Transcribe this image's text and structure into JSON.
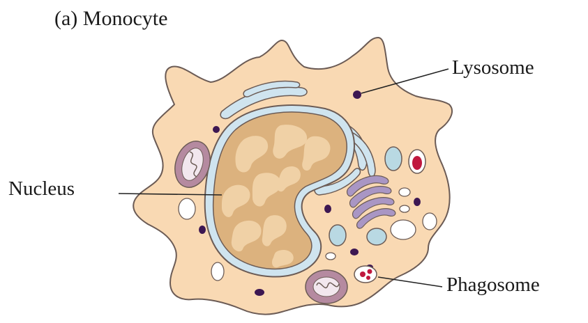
{
  "title": "(a) Monocyte",
  "labels": {
    "lysosome": "Lysosome",
    "nucleus": "Nucleus",
    "phagosome": "Phagosome"
  },
  "colors": {
    "cytoplasm": "#f9d9b3",
    "outline": "#6b5b55",
    "nucleus_fill": "#dcb27e",
    "nucleus_pattern": "#f0d1a6",
    "nuclear_envelope": "#cfe4ef",
    "er": "#cfe4ef",
    "mitochondrion": "#b58aa0",
    "mito_cristae": "#f2e7ee",
    "granule": "#3d1752",
    "vesicle": "#ffffff",
    "vacuole_blue": "#b9d9e3",
    "golgi": "#a996c4",
    "phagosome_content": "#c0183e",
    "leader_line": "#222222"
  }
}
